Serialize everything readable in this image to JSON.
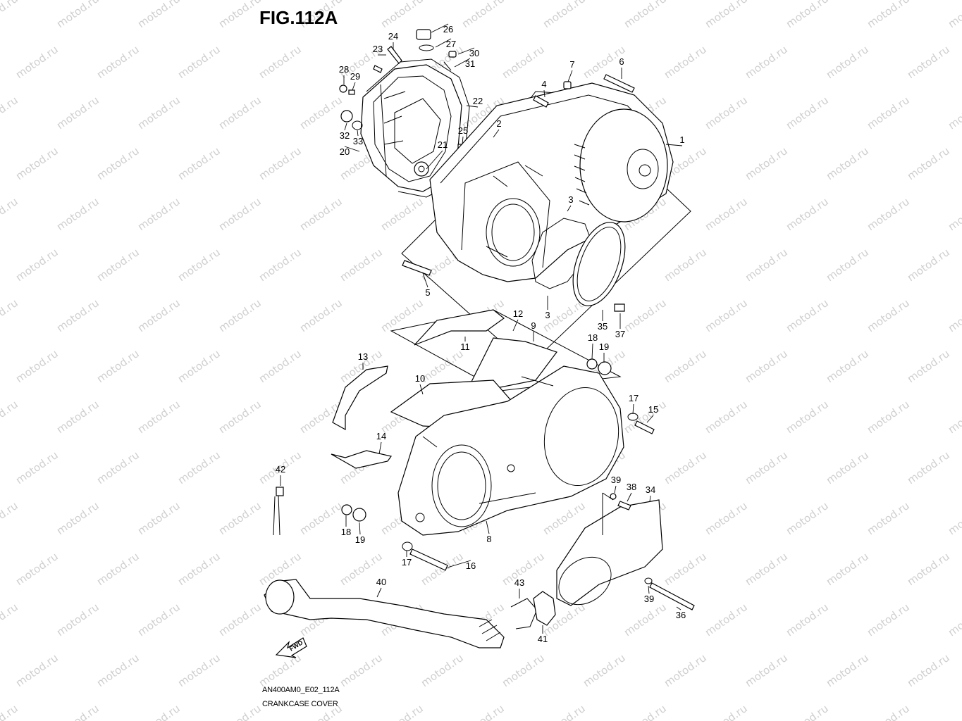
{
  "figure": {
    "title": "FIG.112A",
    "code": "AN400AM0_E02_112A",
    "caption": "CRANKCASE COVER"
  },
  "watermark": {
    "text": "motod.ru"
  },
  "fwd_arrow": {
    "label": "FWD"
  },
  "callouts": [
    "1",
    "2",
    "3",
    "3",
    "4",
    "5",
    "6",
    "7",
    "8",
    "9",
    "10",
    "11",
    "12",
    "13",
    "14",
    "15",
    "16",
    "17",
    "17",
    "18",
    "18",
    "19",
    "19",
    "20",
    "21",
    "22",
    "23",
    "24",
    "25",
    "26",
    "27",
    "28",
    "29",
    "30",
    "31",
    "32",
    "33",
    "34",
    "35",
    "36",
    "37",
    "38",
    "39",
    "39",
    "40",
    "41",
    "42",
    "43"
  ]
}
